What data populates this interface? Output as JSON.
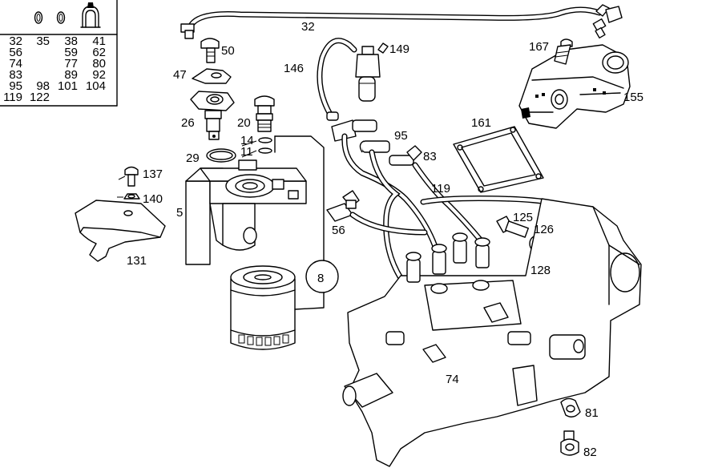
{
  "legend": {
    "rows": [
      [
        "32",
        "35",
        "38",
        "41"
      ],
      [
        "56",
        "",
        "59",
        "62"
      ],
      [
        "74",
        "",
        "77",
        "80"
      ],
      [
        "83",
        "",
        "89",
        "92"
      ],
      [
        "95",
        "98",
        "101",
        "104"
      ],
      [
        "119",
        "122",
        "",
        ""
      ]
    ]
  },
  "callouts": {
    "c32": "32",
    "c50": "50",
    "c47": "47",
    "c26": "26",
    "c20": "20",
    "c14": "14",
    "c11": "11",
    "c29": "29",
    "c137": "137",
    "c140": "140",
    "c5": "5",
    "c131": "131",
    "c8": "8",
    "c146": "146",
    "c149": "149",
    "c95": "95",
    "c83": "83",
    "c56": "56",
    "c167": "167",
    "c155": "155",
    "c161": "161",
    "c119": "119",
    "c125": "125",
    "c126": "126",
    "c128": "128",
    "c74": "74",
    "c81": "81",
    "c82": "82"
  }
}
